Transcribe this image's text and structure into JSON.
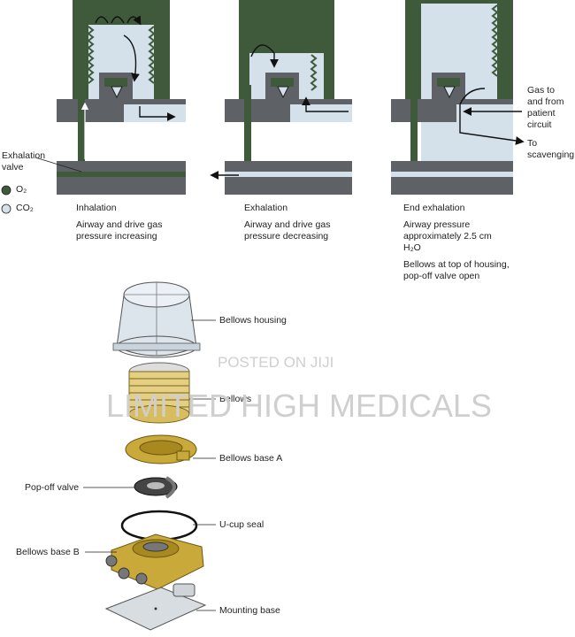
{
  "legend": {
    "o2": "O₂",
    "co2": "CO₂"
  },
  "labels": {
    "exhalation_valve": "Exhalation\nvalve",
    "gas_to_from": "Gas to\nand from\npatient\ncircuit",
    "to_scavenging": "To\nscavenging"
  },
  "panels": [
    {
      "title": "Inhalation",
      "desc": "Airway and drive gas pressure increasing"
    },
    {
      "title": "Exhalation",
      "desc": "Airway and drive gas pressure decreasing"
    },
    {
      "title": "End exhalation",
      "desc": "Airway pressure approximately 2.5 cm H₂O",
      "desc2": "Bellows at top of housing, pop-off valve open"
    }
  ],
  "parts": {
    "bellows_housing": "Bellows housing",
    "bellows": "Bellows",
    "bellows_base_a": "Bellows base A",
    "popoff_valve": "Pop-off valve",
    "ucup_seal": "U-cup seal",
    "bellows_base_b": "Bellows base B",
    "mounting_base": "Mounting base"
  },
  "watermark": {
    "line1": "POSTED ON JIJI",
    "line2": "LIMITED HIGH MEDICALS"
  },
  "colors": {
    "o2": "#3f5a3a",
    "co2": "#d4e0ea",
    "wall": "#5e6166",
    "brass": "#c9a93a"
  }
}
